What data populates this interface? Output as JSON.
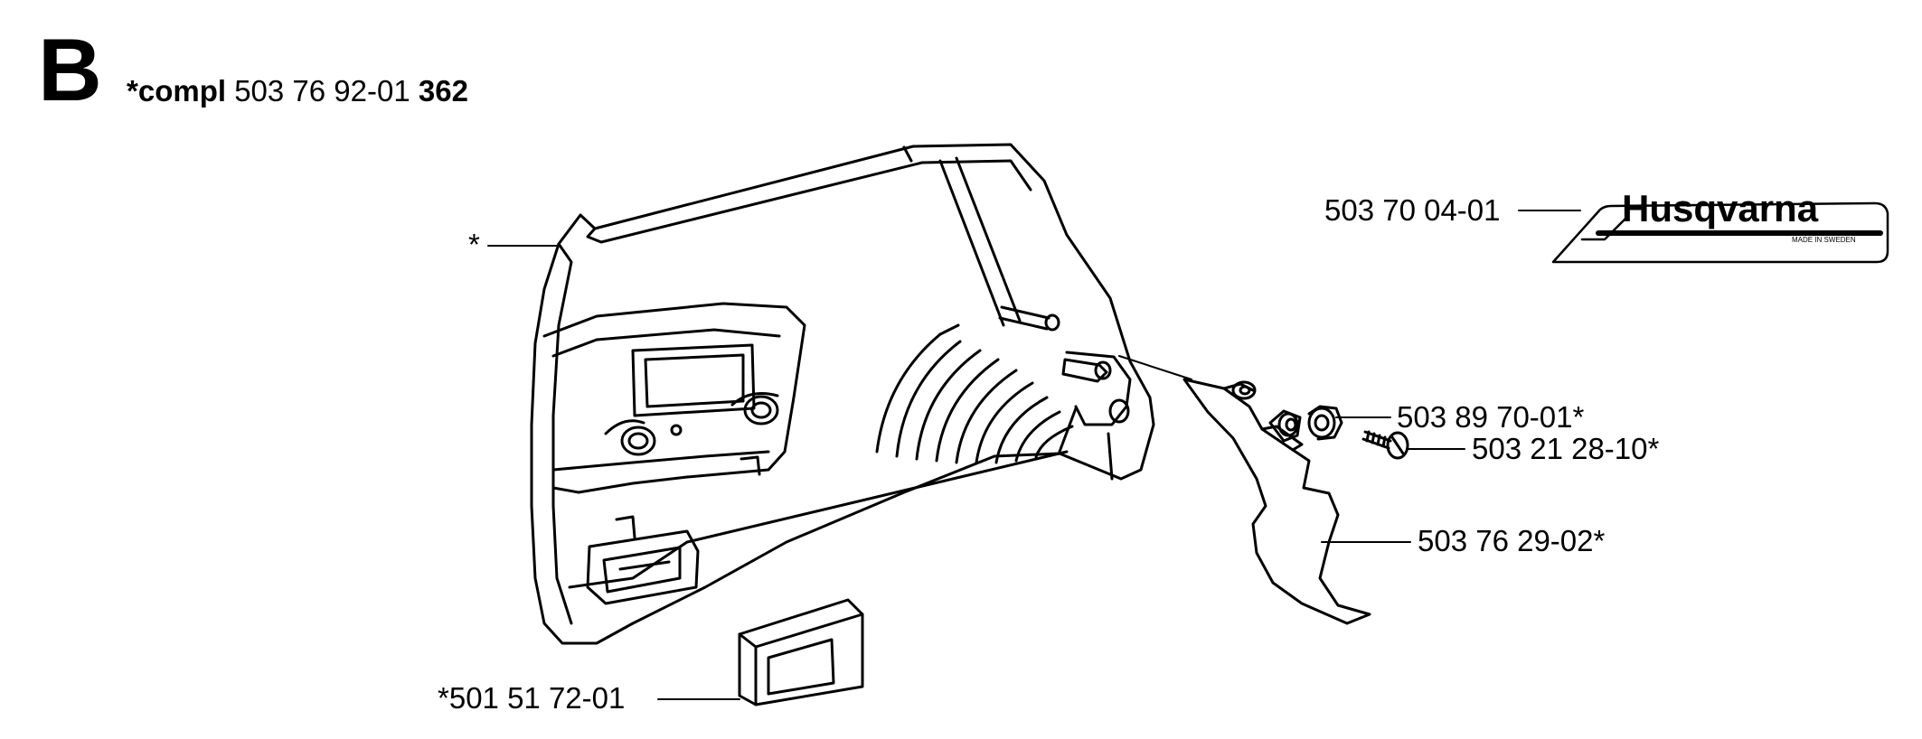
{
  "section_letter": "B",
  "header": {
    "prefix": "*compl",
    "part_number": "503 76 92-01",
    "page_ref": "362"
  },
  "labels": {
    "cover": "*",
    "decal": "503 70 04-01",
    "spacer": "503 89 70-01*",
    "screw": "503 21 28-10*",
    "guard_plate": "503 76 29-02*",
    "cap": "*501 51 72-01"
  },
  "decal_text": {
    "brand": "Husqvarna",
    "made_in": "MADE IN SWEDEN"
  }
}
